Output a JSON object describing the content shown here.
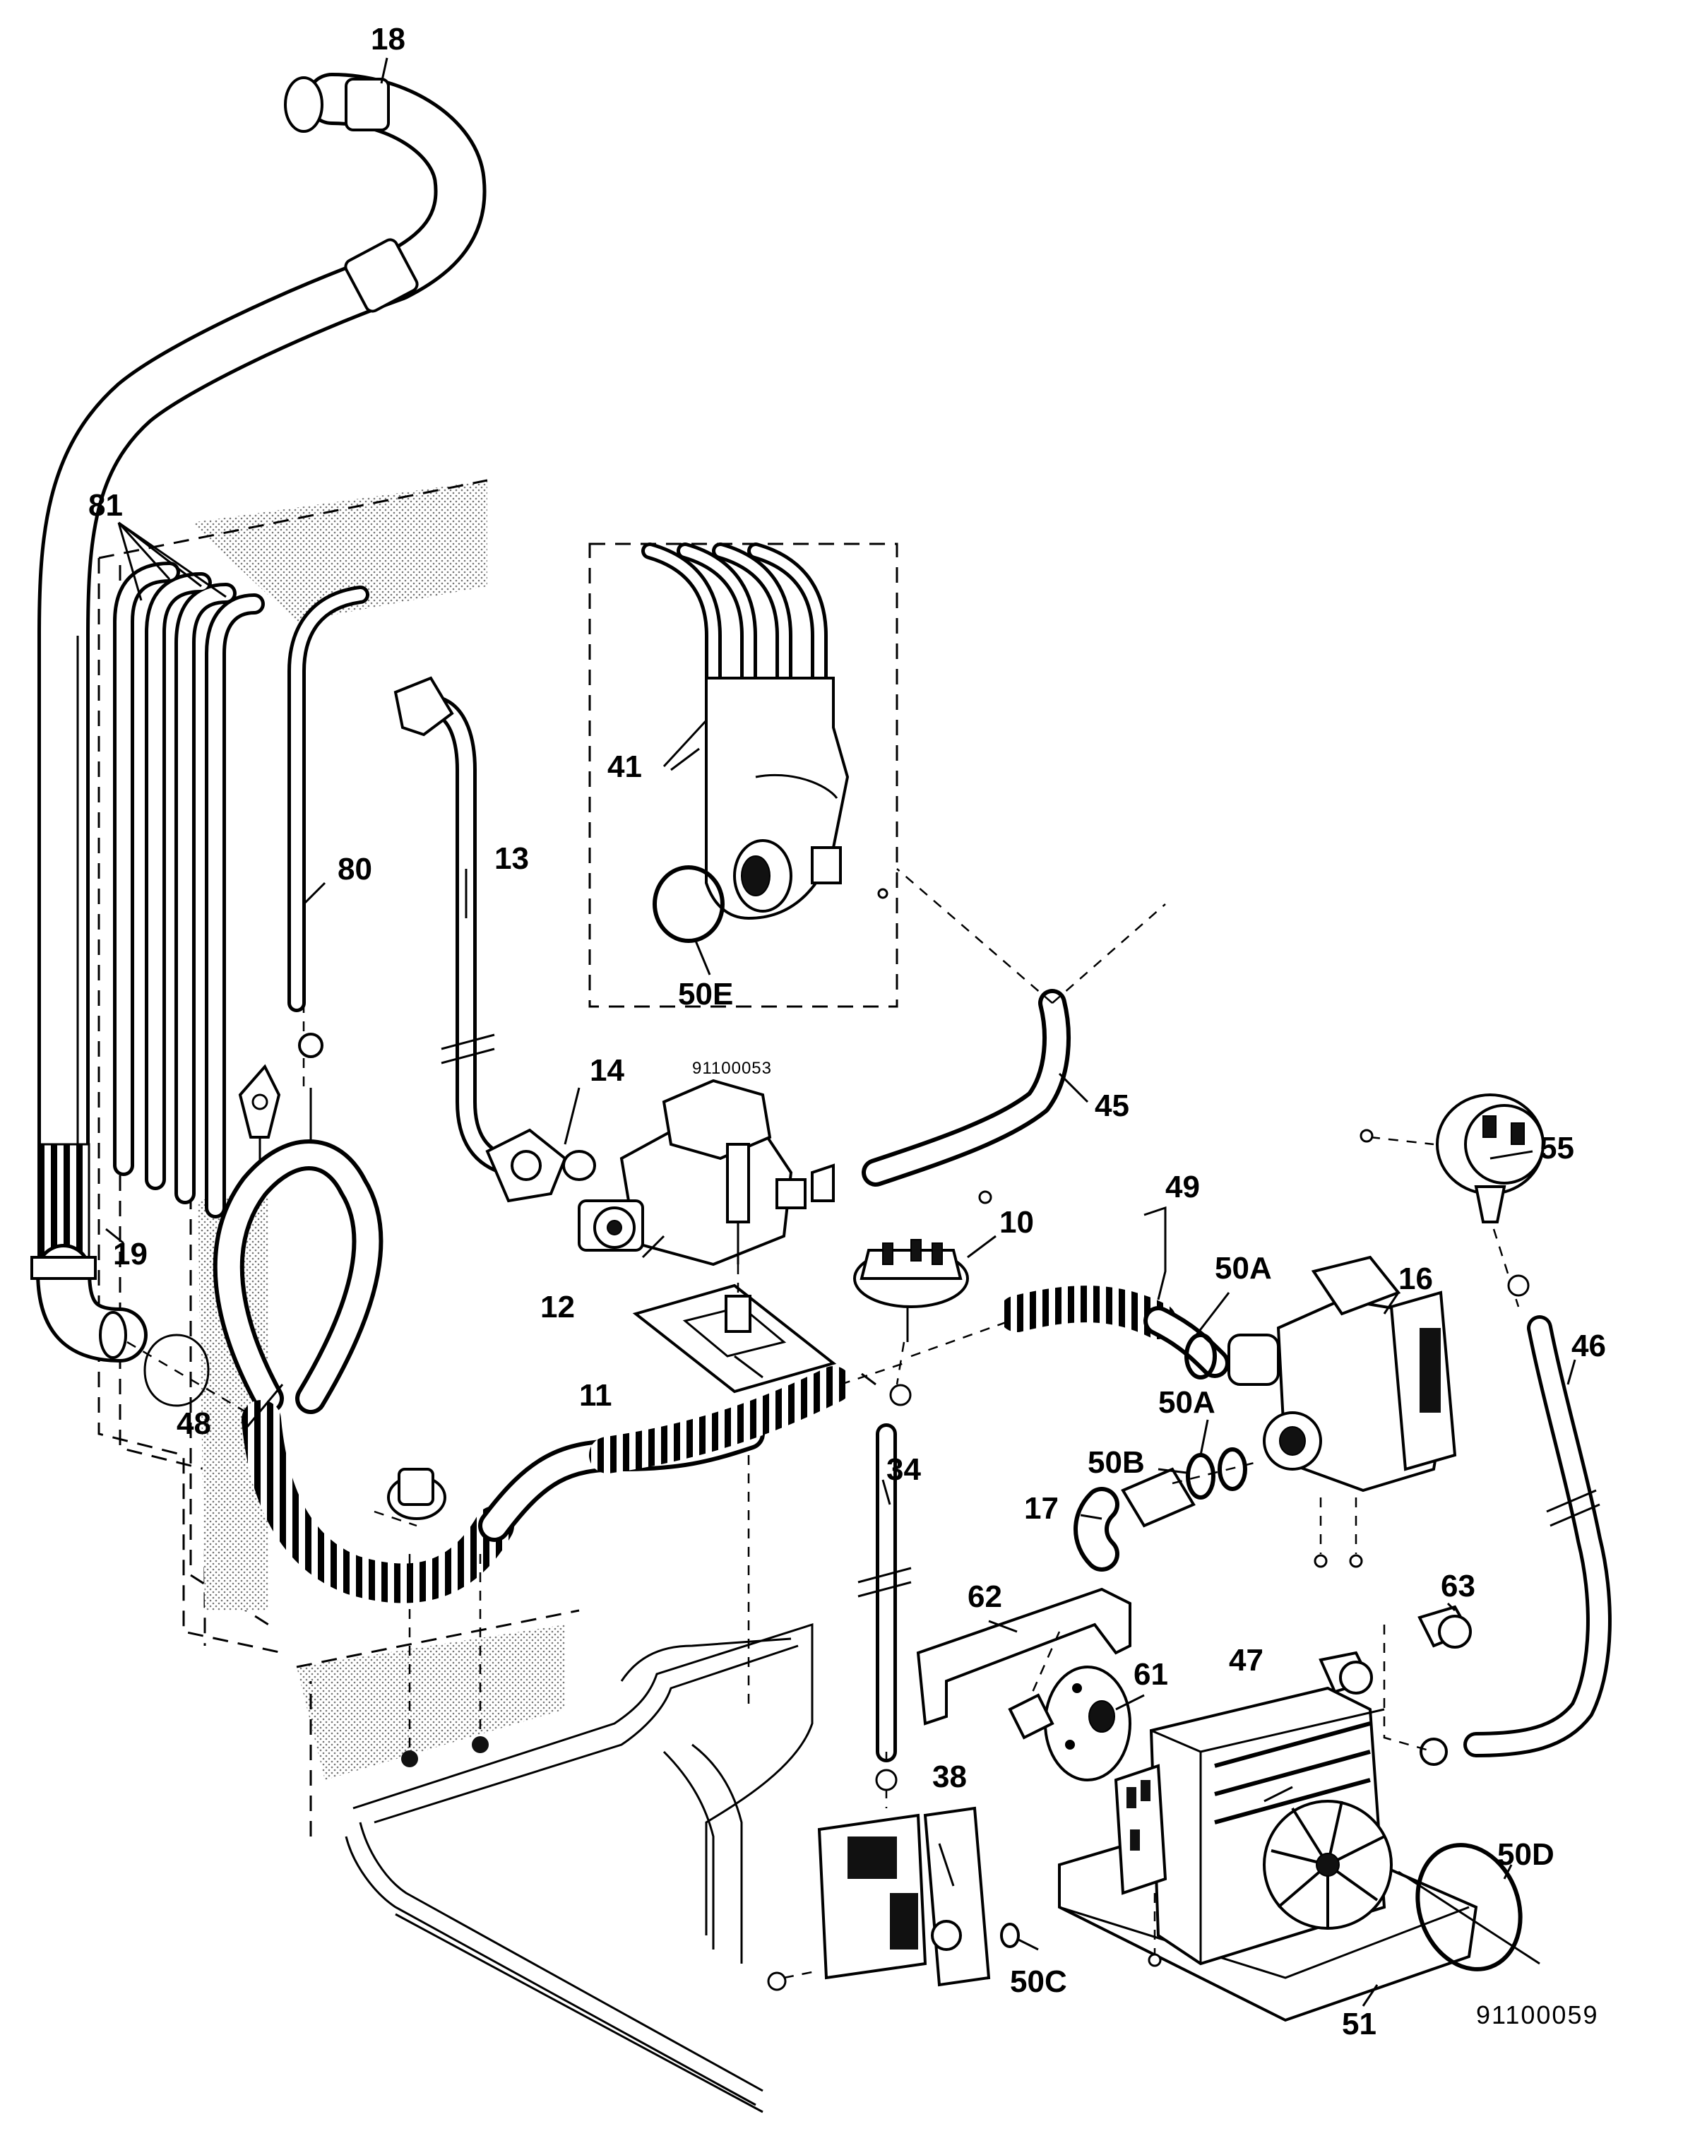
{
  "diagram": {
    "type": "exploded-parts-diagram",
    "subject": "dishwasher water system: hoses, valves, pump and motor",
    "detail_inset_code": "91100053",
    "drawing_code": "91100059",
    "labels": {
      "p10": "10",
      "p11": "11",
      "p12": "12",
      "p13": "13",
      "p14": "14",
      "p16": "16",
      "p17": "17",
      "p18": "18",
      "p19": "19",
      "p34": "34",
      "p38": "38",
      "p41": "41",
      "p45": "45",
      "p46": "46",
      "p47": "47",
      "p48": "48",
      "p49": "49",
      "p50A_1": "50A",
      "p50A_2": "50A",
      "p50B": "50B",
      "p50C": "50C",
      "p50D": "50D",
      "p50E": "50E",
      "p51": "51",
      "p55": "55",
      "p61": "61",
      "p62": "62",
      "p63": "63",
      "p80": "80",
      "p81": "81"
    }
  }
}
